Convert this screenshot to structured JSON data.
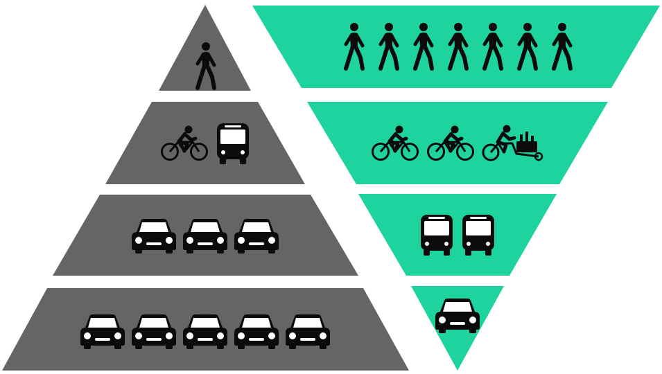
{
  "colors": {
    "background": "#ffffff",
    "car_pyramid": "#656565",
    "people_pyramid": "#1ed39e",
    "icon": "#0b0b0b"
  },
  "car_pyramid": {
    "tiers": [
      {
        "icons": [
          {
            "name": "pedestrian-icon",
            "count": 1
          }
        ]
      },
      {
        "icons": [
          {
            "name": "bicycle-icon",
            "count": 1
          },
          {
            "name": "bus-icon",
            "count": 1
          }
        ]
      },
      {
        "icons": [
          {
            "name": "car-icon",
            "count": 3
          }
        ]
      },
      {
        "icons": [
          {
            "name": "car-icon",
            "count": 5
          }
        ]
      }
    ]
  },
  "people_pyramid": {
    "tiers": [
      {
        "icons": [
          {
            "name": "pedestrian-icon",
            "count": 7
          }
        ]
      },
      {
        "icons": [
          {
            "name": "bicycle-icon",
            "count": 2
          },
          {
            "name": "cargo-bike-icon",
            "count": 1
          }
        ]
      },
      {
        "icons": [
          {
            "name": "bus-icon",
            "count": 2
          }
        ]
      },
      {
        "icons": [
          {
            "name": "car-icon",
            "count": 1
          }
        ]
      }
    ]
  }
}
